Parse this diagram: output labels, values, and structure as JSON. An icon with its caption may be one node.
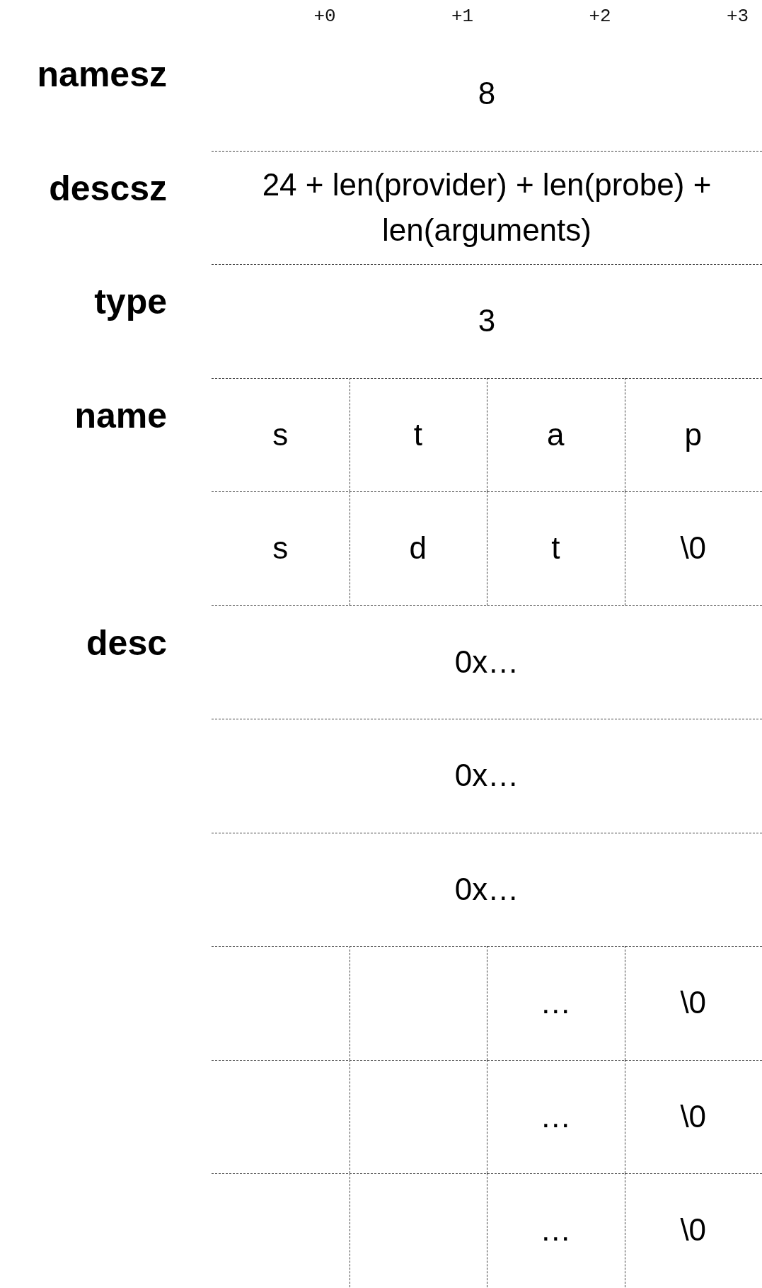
{
  "diagram": {
    "labels": [
      "+0",
      "+1",
      "+2",
      "+3",
      "namesz",
      "8",
      "descsz",
      "24 + len(provider) + len(probe) + len(arguments)",
      "type",
      "3",
      "name",
      "s",
      "t",
      "a",
      "p",
      "s",
      "d",
      "t",
      "\\0",
      "desc",
      "0x…",
      "0x…",
      "0x…",
      "…",
      "\\0",
      "…",
      "\\0",
      "…",
      "\\0"
    ]
  }
}
